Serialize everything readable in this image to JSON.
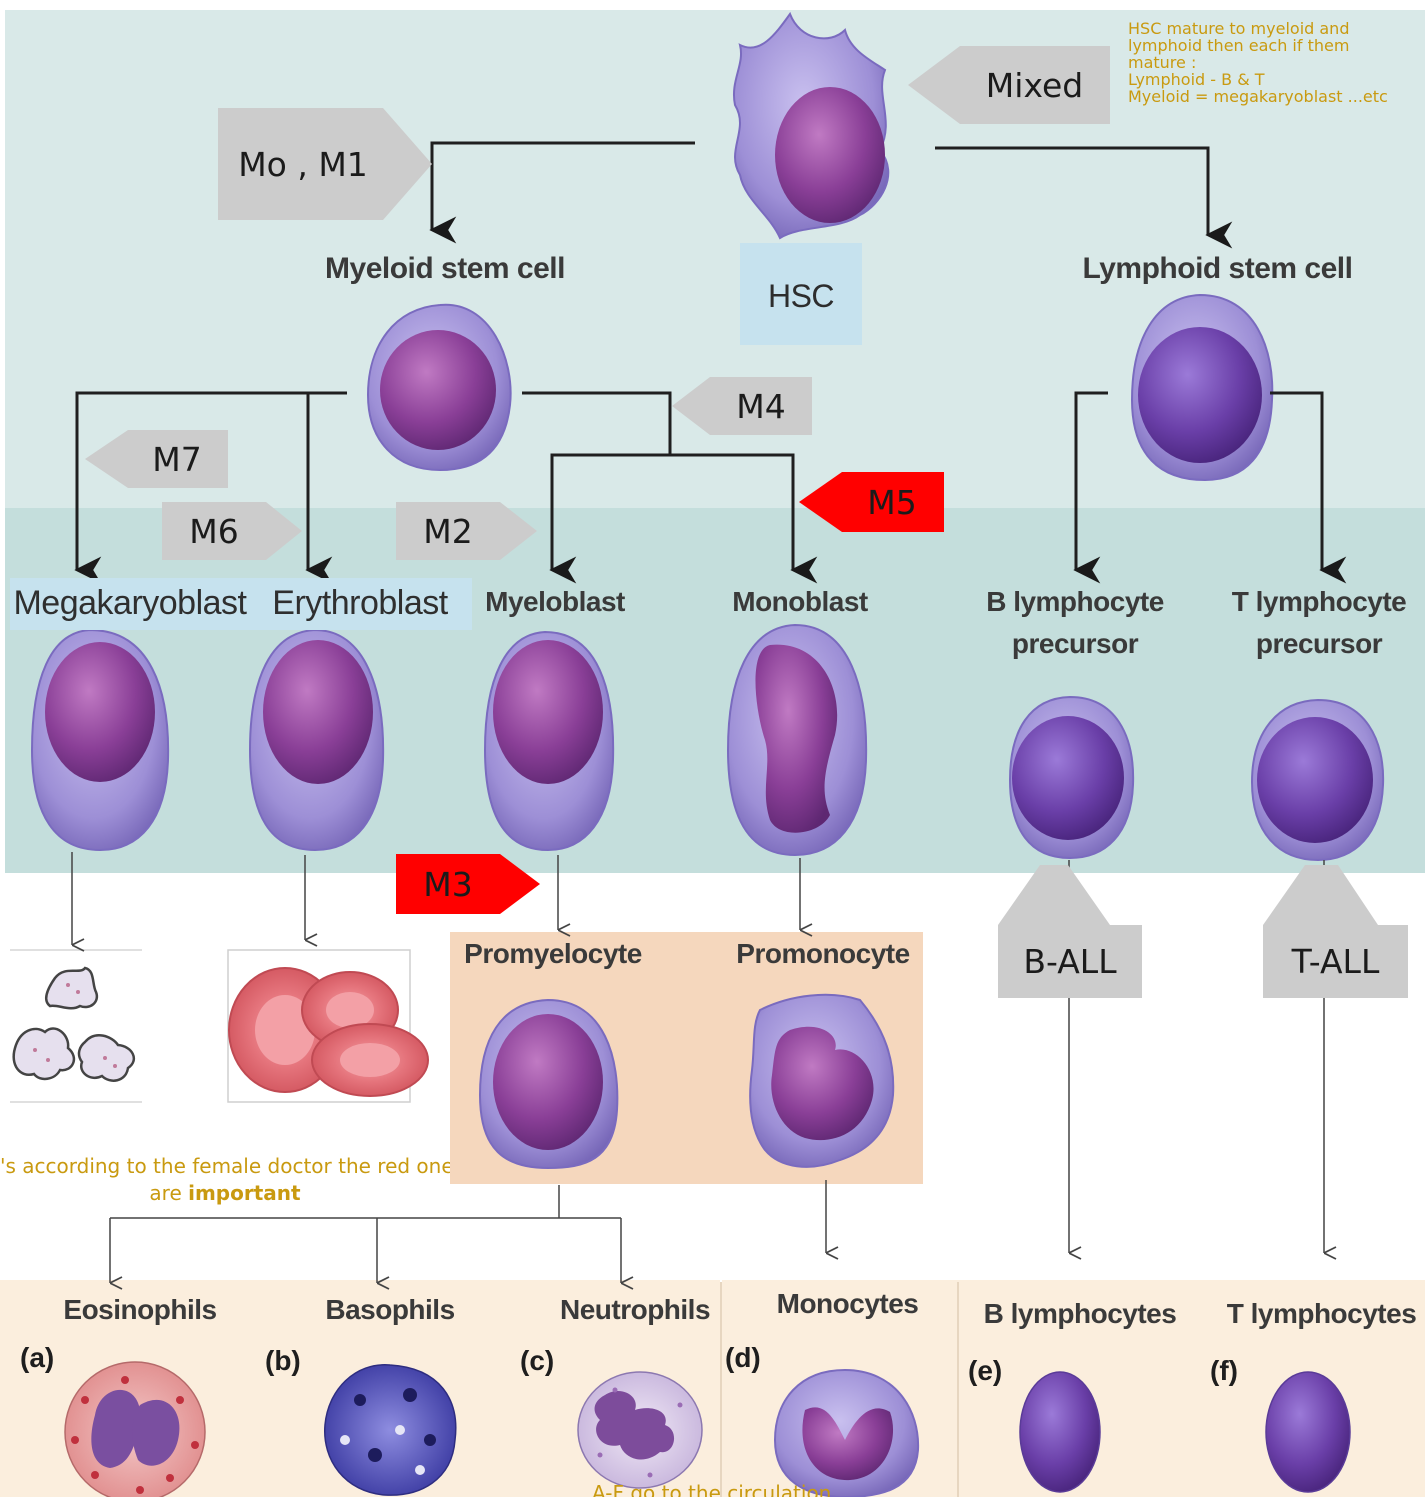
{
  "diagram": {
    "hsc_label": "HSC",
    "myeloid_stem_cell": "Myeloid stem cell",
    "lymphoid_stem_cell": "Lymphoid stem cell",
    "megakaryoblast": "Megakaryoblast",
    "erythroblast": "Erythroblast",
    "myeloblast": "Myeloblast",
    "monoblast": "Monoblast",
    "b_precursor_line1": "B lymphocyte",
    "b_precursor_line2": "precursor",
    "t_precursor_line1": "T lymphocyte",
    "t_precursor_line2": "precursor",
    "promyelocyte": "Promyelocyte",
    "promonocyte": "Promonocyte",
    "eosinophils": "Eosinophils",
    "basophils": "Basophils",
    "neutrophils": "Neutrophils",
    "monocytes": "Monocytes",
    "b_lymphocytes": "B lymphocytes",
    "t_lymphocytes": "T lymphocytes",
    "letters": [
      "(a)",
      "(b)",
      "(c)",
      "(d)",
      "(e)",
      "(f)"
    ]
  },
  "tags": {
    "mixed": "Mixed",
    "m0_m1": "Mo , M1",
    "m4": "M4",
    "m7": "M7",
    "m6": "M6",
    "m2": "M2",
    "m5": "M5",
    "m3": "M3",
    "b_all": "B-ALL",
    "t_all": "T-ALL"
  },
  "notes": {
    "hsc_note": [
      "HSC mature to myeloid and",
      "lymphoid then each if them",
      "mature :",
      "Lymphoid - B & T",
      "Myeloid = megakaryoblast  ...etc"
    ],
    "red_note_line1": "'s according to the female doctor the red one",
    "red_note_prefix": "are ",
    "red_note_bold": "important",
    "circulation_note": "A-F go to the circulation"
  },
  "colors": {
    "top_band": "#d9e9e8",
    "mid_band": "#c4dedc",
    "peach": "#f5d7bd",
    "bottom_band": "#fbeedd",
    "tag_gray": "#cccccc",
    "tag_red": "#ff0000",
    "note_gold": "#c99a10",
    "cell_body": "#9d8fd6",
    "cell_nucleus": "#8a3f97"
  }
}
